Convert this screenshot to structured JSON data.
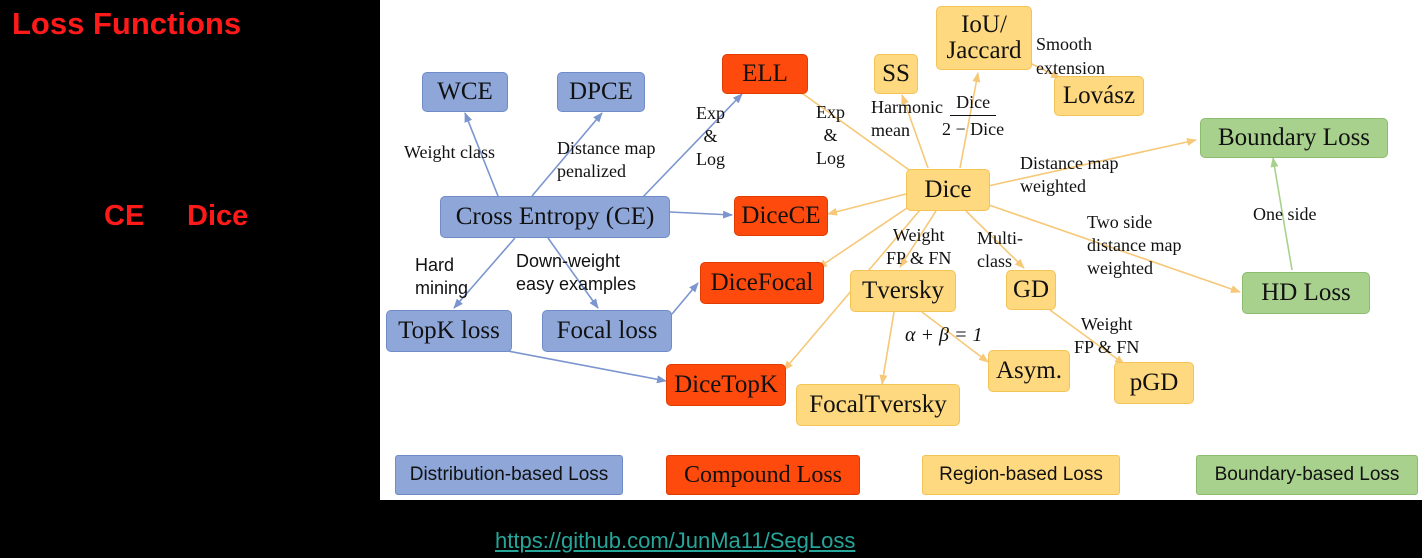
{
  "title": "Loss Functions",
  "side_labels": {
    "ce": "CE",
    "dice": "Dice"
  },
  "colors": {
    "title_red": "#ff1a1a",
    "distribution": "#8ea6d8",
    "compound": "#ff4a0d",
    "region": "#ffd980",
    "boundary": "#a9d18e",
    "link": "#26a69a",
    "edge_blue": "#7b95cf",
    "edge_yellow": "#f6c878",
    "edge_green": "#a9d18e"
  },
  "nodes": {
    "wce": "WCE",
    "dpce": "DPCE",
    "ell": "ELL",
    "ss": "SS",
    "iou_line1": "IoU/",
    "iou_line2": "Jaccard",
    "lovasz": "Lovász",
    "boundary_loss": "Boundary Loss",
    "cross_entropy": "Cross Entropy (CE)",
    "dice_ce": "DiceCE",
    "dice": "Dice",
    "dice_focal": "DiceFocal",
    "tversky": "Tversky",
    "gd": "GD",
    "hd_loss": "HD Loss",
    "topk": "TopK loss",
    "focal": "Focal loss",
    "dice_topk": "DiceTopK",
    "focal_tversky": "FocalTversky",
    "asym": "Asym.",
    "pgd": "pGD"
  },
  "edge_labels": {
    "weight_class": "Weight class",
    "distance_map_penalized_1": "Distance map",
    "distance_map_penalized_2": "penalized",
    "exp_log_left_1": "Exp",
    "exp_log_left_2": "&",
    "exp_log_left_3": "Log",
    "exp_log_right_1": "Exp",
    "exp_log_right_2": "&",
    "exp_log_right_3": "Log",
    "harmonic_1": "Harmonic",
    "harmonic_2": "mean",
    "dice_formula_num": "Dice",
    "dice_formula_den": "2 − Dice",
    "smooth_1": "Smooth",
    "smooth_2": "extension",
    "distance_map_weighted_1": "Distance map",
    "distance_map_weighted_2": "weighted",
    "one_side": "One side",
    "two_side_1": "Two side",
    "two_side_2": "distance map",
    "two_side_3": "weighted",
    "weight_fp_fn_1": "Weight",
    "weight_fp_fn_2": "FP & FN",
    "multi_class_1": "Multi-",
    "multi_class_2": "class",
    "weight_fp_fn_gd_1": "Weight",
    "weight_fp_fn_gd_2": "FP & FN",
    "alpha_beta": "α + β = 1",
    "hard_mining_1": "Hard",
    "hard_mining_2": "mining",
    "down_weight_1": "Down-weight",
    "down_weight_2": "easy examples"
  },
  "legend": {
    "distribution": "Distribution-based Loss",
    "compound": "Compound Loss",
    "region": "Region-based Loss",
    "boundary": "Boundary-based Loss"
  },
  "footer_link": "https://github.com/JunMa11/SegLoss"
}
